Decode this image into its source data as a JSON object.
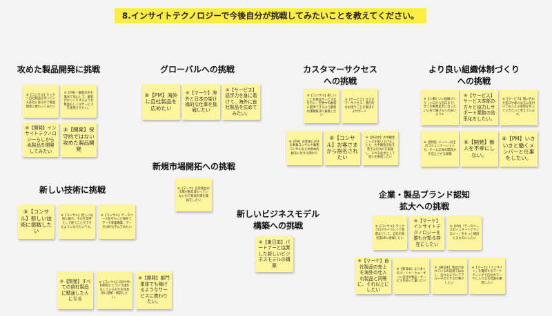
{
  "question": "8.インサイトテクノロジーで今後自分が挑戦してみたいことを教えてください。",
  "colors": {
    "background": "#f4f4f4",
    "question_highlight": "#ffec45",
    "sticky_note": "#fff59d"
  },
  "sections": [
    {
      "title": "攻めた製品開発に挑戦"
    },
    {
      "title": "グローバルへの挑戦"
    },
    {
      "title": "カスタマーサクセス\nへの挑戦"
    },
    {
      "title": "より良い組織体制づくり\nへの挑戦"
    },
    {
      "title": "新規市場開拓への挑戦"
    },
    {
      "title": "新しい技術に挑戦"
    },
    {
      "title": "新しいビジネスモデル\n構築への挑戦"
    },
    {
      "title": "企業・製品ブランド認知\n拡大への挑戦"
    }
  ],
  "notes": [
    "⑧【コンサル】セッかく自社製品を持っている会社に居るので製品開発に携わってみたい",
    "⑧【PM】・顧客の声を集めて形にして、顧客がびっくりするような製品もしくはサービスを実現させたい。",
    "⑧【開発】インサイトテクノロジーらしからぬ製品を開発してみたい",
    "⑧【開発】保守的ではない攻めた製品開発",
    "⑧【PM】海外に自社製品を広めたい",
    "⑧【マーケ】海外と日本の架け橋的な仕事を挑戦したい",
    "⑧【サービス】語学力を身に着けて、海外に自社製品を広めてみたい。",
    "⑧【コンサル】新しいことを製品サービス化を行い、世界中の顧客に提供できるよう顧客の課題解決に貢献したい",
    "⑧【サービス】カスタマーサクセス・潜在的なお困りごとを解決するサポート",
    "⑧【PM】お客様に対する事業コンサルや業務コンサルなどの根本的解決に対する関わり",
    "⑧【コンサル】お客さまから指名されたい",
    "⑧【西日本】大手顧客ニーズを吸い上げることと、大手顧客全社を巻き込むPoCを実施し、それを起点として導入を推進したい",
    "⑧【人事】いい組織づくり（入口から出口まで）全ての事業拡大に沿ったいい形で働ける人の多いように",
    "⑧【サービス】サービス本部の方々と協力しサポート業務の効率化をしたい。",
    "⑧【サービス】問い合わせ窓口や様々な方に気付いてもらえる環境を作っていきたいと考えています。",
    "⑧【開発】メンバー同士のコミュニケーションや、チーム全体の開発力を向上させる施策",
    "⑧【開発】新人を不幸にしない。",
    "⑧【PM】いきいきと働くメンバーと仕事をしたい。",
    "⑧【マーケ】自社製品の市場が数年変わっていないので新規市場を開拓をしたい",
    "⑧【コンサル】新しい技術に挑戦したい",
    "⑧【コンサル】新しい技術に触れ、それを案件として使うことができるようになりたいです。",
    "⑧【コンサル】データベース化をもっと極めてデータ基盤構築、データ分析も学んでみたい",
    "⑧【東日本】パートナーと協業した新しいビジネスモデルの構築",
    "⑧【コンサル】テックブログやイベントで登壇などして、自社の知名度UPに貢献したい",
    "⑧【マーケ】インサイトテクノロジーを誰もが知る存在にしたい",
    "⑧【PM】「データベースのインサイトテクノロジー」をもっと確固たるものにしたい",
    "⑧【開発】すべての自社製品に精通した人になる",
    "⑧【コンサル】DBやPII利用時にどういう操作をしているのかを体系的に理解・解説したい。",
    "⑧【開発】部門単体でも稼げるようなサービスに携わりたい。",
    "⑧【マーケ】自社製品の売上を海外の仕入れ製品と同等に、それ以上にしたい",
    "⑧【東日本】より多くのパートナーやユーザーに自社の製品・サービスを知って貰いたい",
    "⑧【東日本】製品が売れているの前提ではなく、売れるまでにアプローチのできる仕事がしたい",
    "⑧【マーケ】「インサイト」を獲得するマーケティングで自社のマーケに入り立ち位置を獲得したい"
  ]
}
